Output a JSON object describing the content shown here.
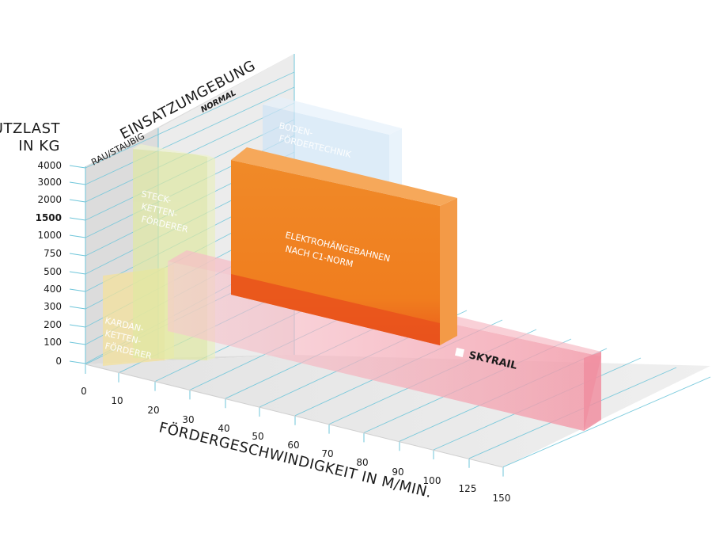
{
  "chart_data": {
    "type": "bar",
    "ylabel": [
      "NUTZLAST",
      "IN KG"
    ],
    "xlabel": "FÖRDERGESCHWINDIGKEIT IN M/MIN.",
    "zlabel": "EINSATZUMGEBUNG",
    "y_ticks": [
      "0",
      "100",
      "200",
      "300",
      "400",
      "500",
      "750",
      "1000",
      "1500",
      "2000",
      "3000",
      "4000"
    ],
    "y_tick_bold": "1500",
    "x_ticks": [
      "0",
      "10",
      "20",
      "30",
      "40",
      "50",
      "60",
      "70",
      "80",
      "90",
      "100",
      "125",
      "150"
    ],
    "environments": [
      "RAU/STAUBIG",
      "NORMAL"
    ],
    "series": [
      {
        "name": "KARDAN-KETTEN-FÖRDERER",
        "label_lines": [
          "KARDAN-",
          "KETTEN-",
          "FÖRDERER"
        ],
        "color": "#f5e6a0",
        "x_range": [
          "0",
          "20"
        ],
        "y_range": [
          "0",
          "500"
        ],
        "environment": "RAU/STAUBIG"
      },
      {
        "name": "STECK-KETTEN-FÖRDERER",
        "label_lines": [
          "STECK-",
          "KETTEN-",
          "FÖRDERER"
        ],
        "color": "#dfe9a8",
        "x_range": [
          "10",
          "30"
        ],
        "y_range": [
          "0",
          "4000"
        ],
        "environment": "RAU/STAUBIG"
      },
      {
        "name": "BODEN-FÖRDERTECHNIK",
        "label_lines": [
          "BODEN-",
          "FÖRDERTECHNIK"
        ],
        "color": "#c8e1f5",
        "x_range": [
          "0",
          "40"
        ],
        "y_range": [
          "0",
          "4000"
        ],
        "environment": "NORMAL"
      },
      {
        "name": "ELEKTROHÄNGEBAHNEN NACH C1-NORM",
        "label_lines": [
          "ELEKTROHÄNGEBAHNEN",
          "NACH C1-NORM"
        ],
        "color": "#f07d1e",
        "x_range": [
          "20",
          "125"
        ],
        "y_range": [
          "200",
          "4000"
        ],
        "environment": "NORMAL"
      },
      {
        "name": "SKYRAIL",
        "label_lines": [
          "SKYRAIL"
        ],
        "color": "#f4a6b4",
        "x_range": [
          "20",
          "150"
        ],
        "y_range": [
          "0",
          "300"
        ],
        "environment": "RAU/STAUBIG"
      }
    ],
    "brand": "SKYRAIL",
    "colors": {
      "grid_line": "#6fc6da",
      "wall_dark": "#d9d9d9",
      "wall_light": "#ececec",
      "floor": "#e9e9e9",
      "orange": "#f07d1e",
      "orange_side": "#f39a47",
      "orange_bottom": "#e9511c"
    }
  }
}
